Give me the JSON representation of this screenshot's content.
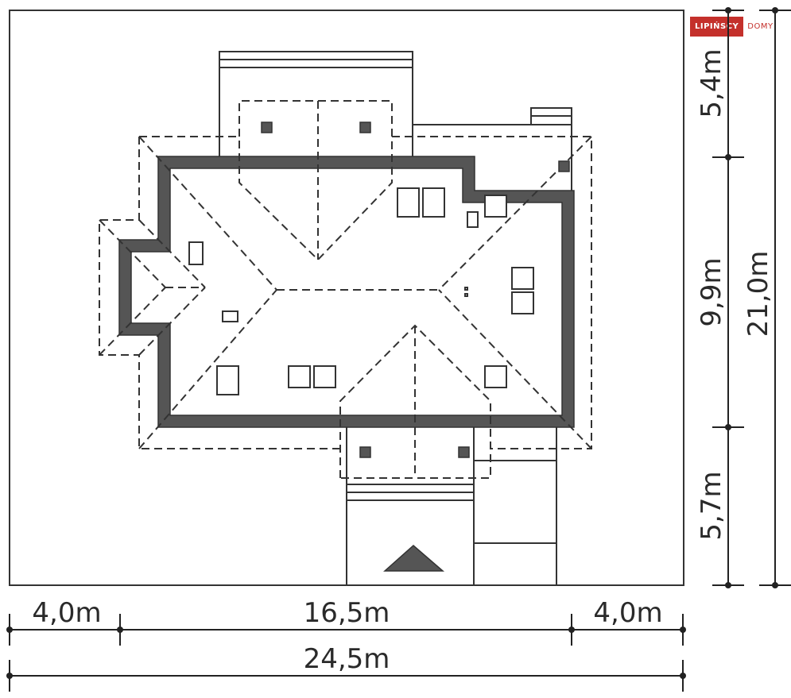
{
  "logo": {
    "brand": "LIPIŃSCY",
    "sub": "DOMY",
    "brand_color": "#c4302b"
  },
  "colors": {
    "wall": "#555555",
    "line": "#333333",
    "background": "#ffffff"
  },
  "dimensions": {
    "horizontal": {
      "left_setback": "4,0m",
      "building_width": "16,5m",
      "right_setback": "4,0m",
      "total_width": "24,5m"
    },
    "vertical": {
      "top_setback": "5,4m",
      "building_depth": "9,9m",
      "bottom_setback": "5,7m",
      "total_depth": "21,0m"
    }
  },
  "legend": {
    "entrance_marker": "entrance-arrow"
  }
}
